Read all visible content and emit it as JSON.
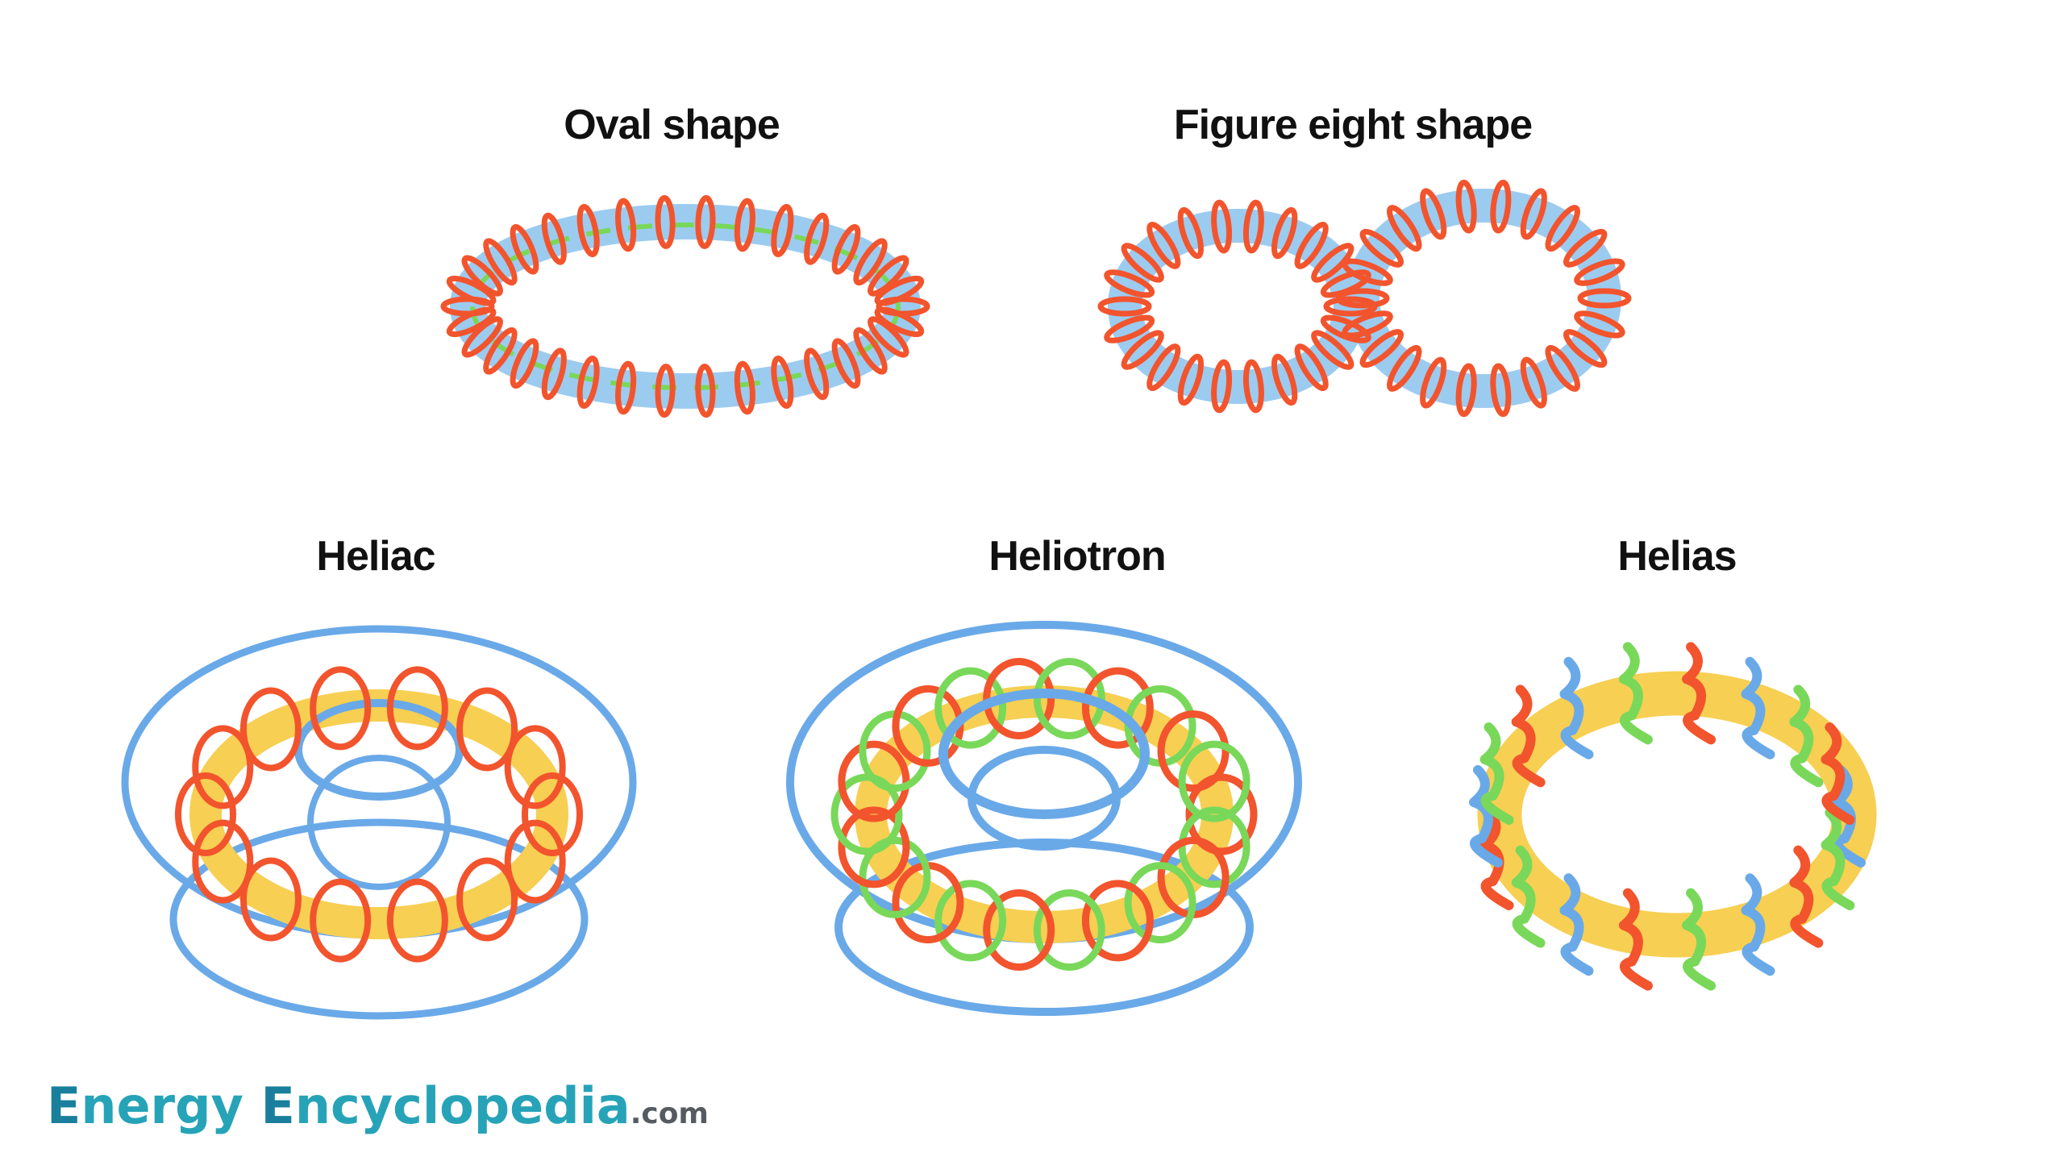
{
  "titles": {
    "oval": "Oval shape",
    "figure_eight": "Figure eight shape",
    "heliac": "Heliac",
    "heliotron": "Heliotron",
    "helias": "Helias"
  },
  "logo": {
    "e1": "E",
    "word1": "nergy ",
    "e2": "E",
    "word2": "ncyclopedia",
    "suffix": ".com"
  },
  "colors": {
    "coil_red": "#f2542d",
    "tube_blue": "#9ccbf0",
    "ring_blue": "#6aa9e8",
    "helix_green": "#79d85a",
    "plasma_yellow": "#f7cf52",
    "logo_teal": "#27a3b8",
    "logo_dark_teal": "#1a7f9c",
    "logo_gray": "#555b61"
  }
}
